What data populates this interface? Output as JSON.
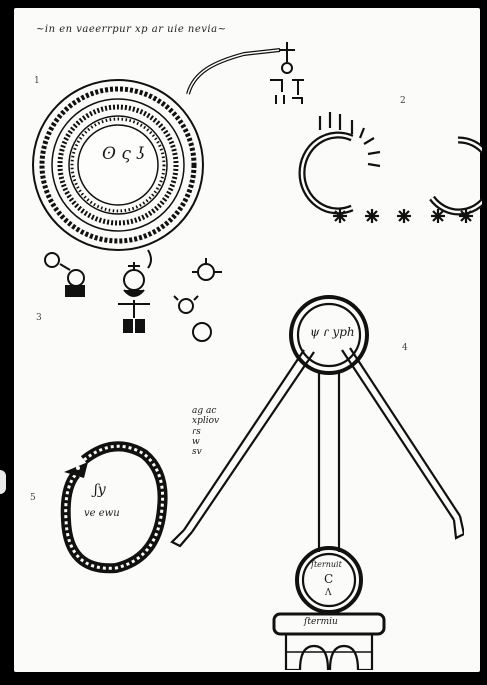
{
  "header": {
    "inscription": "~in en vaeerrpur xp ar uie nevia~"
  },
  "figure_labels": {
    "label_1": "1",
    "label_2": "2",
    "label_3": "3",
    "label_4": "4",
    "label_5": "5"
  },
  "ring_inscription": {
    "center_text": "ʘ ς ʖ"
  },
  "compass_figure": {
    "top_circle_text": "ψ ɾ yph",
    "side_text_lines": [
      "ag ac",
      "xpliov",
      "ɾs",
      "w",
      "sv"
    ],
    "lower_circle_top_text": "ſternuit",
    "lower_circle_mid_text": "C",
    "lower_circle_bottom_text": "Λ",
    "base_plate_text": "ſtermiu"
  },
  "serpent_figure": {
    "inner_text_line1": "ʃy",
    "inner_text_line2": "ve ewu"
  }
}
